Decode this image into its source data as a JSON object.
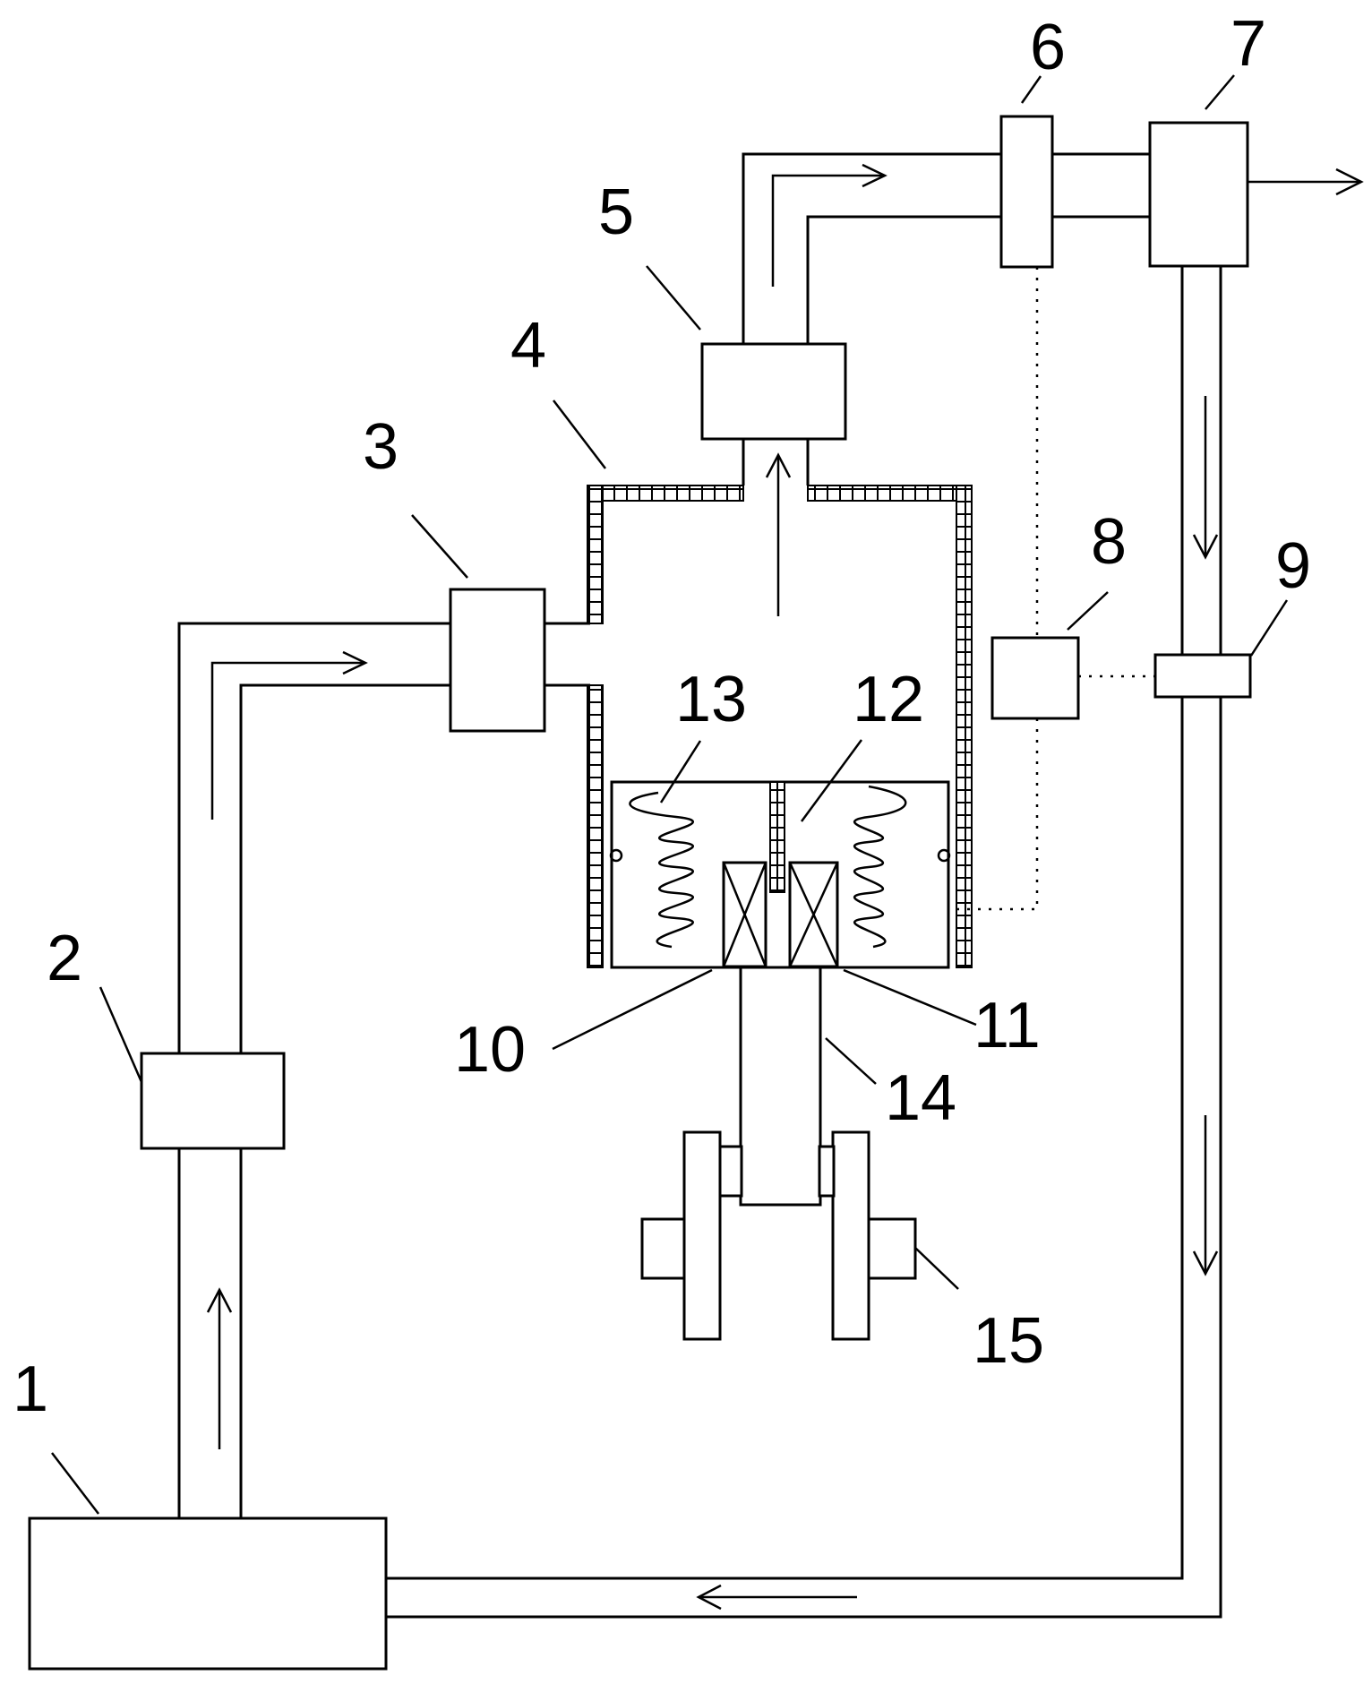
{
  "figure": {
    "labels": {
      "l1": "1",
      "l2": "2",
      "l3": "3",
      "l4": "4",
      "l5": "5",
      "l6": "6",
      "l7": "7",
      "l8": "8",
      "l9": "9",
      "l10": "10",
      "l11": "11",
      "l12": "12",
      "l13": "13",
      "l14": "14",
      "l15": "15"
    }
  },
  "colors": {
    "line": "#000000",
    "background": "#ffffff"
  }
}
